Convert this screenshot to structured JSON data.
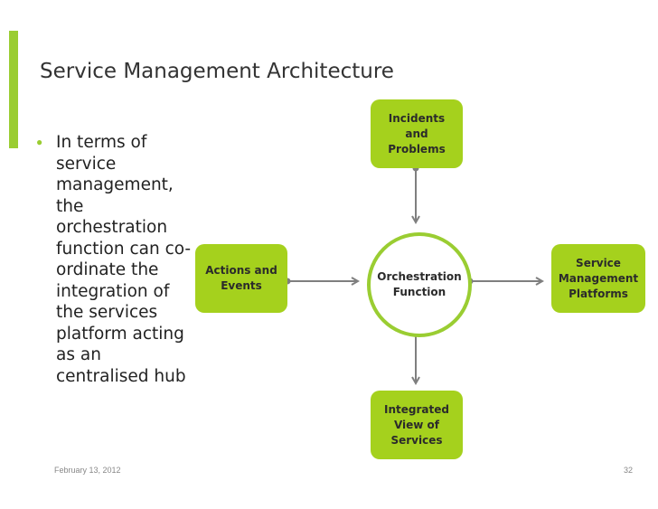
{
  "slide": {
    "title": "Service Management Architecture",
    "bullet": "In terms of service management, the orchestration function can co-ordinate the integration of the services platform acting as an centralised hub"
  },
  "diagram": {
    "center": "Orchestration\nFunction",
    "top": "Incidents and\nProblems",
    "left": "Actions and\nEvents",
    "right": "Service\nManagement\nPlatforms",
    "bottom": "Integrated\nView of\nServices"
  },
  "footer": {
    "date": "February 13, 2012",
    "page": "32"
  },
  "colors": {
    "accent": "#a5d11d",
    "connector": "#7f7f7f"
  }
}
